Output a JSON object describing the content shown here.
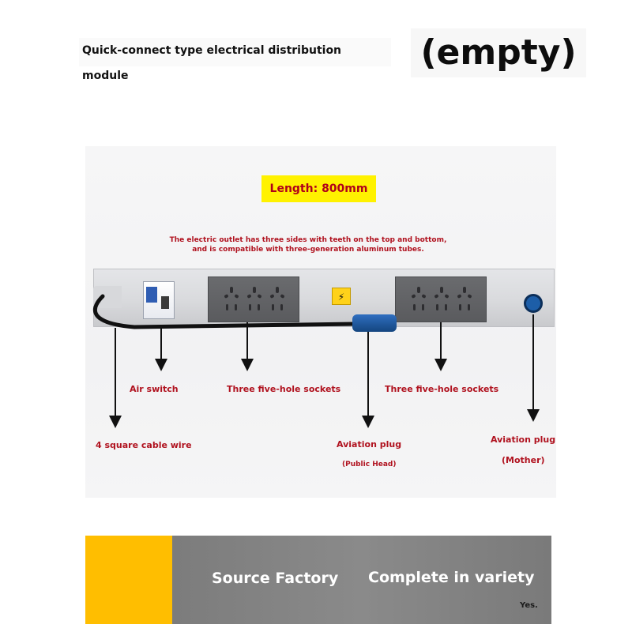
{
  "header": {
    "title": "Quick-connect type electrical distribution module",
    "tag": "(empty)"
  },
  "photo": {
    "length_label": "Length: 800mm",
    "note_line1": "The electric outlet has three sides with teeth on the top and bottom,",
    "note_line2": "and is compatible with three-generation aluminum tubes.",
    "callouts": {
      "air_switch": "Air switch",
      "sockets_left": "Three five-hole sockets",
      "sockets_right": "Three five-hole sockets",
      "cable": "4 square cable wire",
      "aviation_public": "Aviation plug",
      "aviation_public_sub": "(Public Head)",
      "aviation_mother": "Aviation plug",
      "aviation_mother_sub": "(Mother)"
    }
  },
  "banner": {
    "left_text": "Source Factory",
    "right_text": "Complete in variety",
    "footnote": "Yes."
  },
  "colors": {
    "callout_red": "#b0121f",
    "highlight_yellow": "#fff200",
    "banner_orange": "#ffbe00",
    "banner_gray": "#808080"
  }
}
